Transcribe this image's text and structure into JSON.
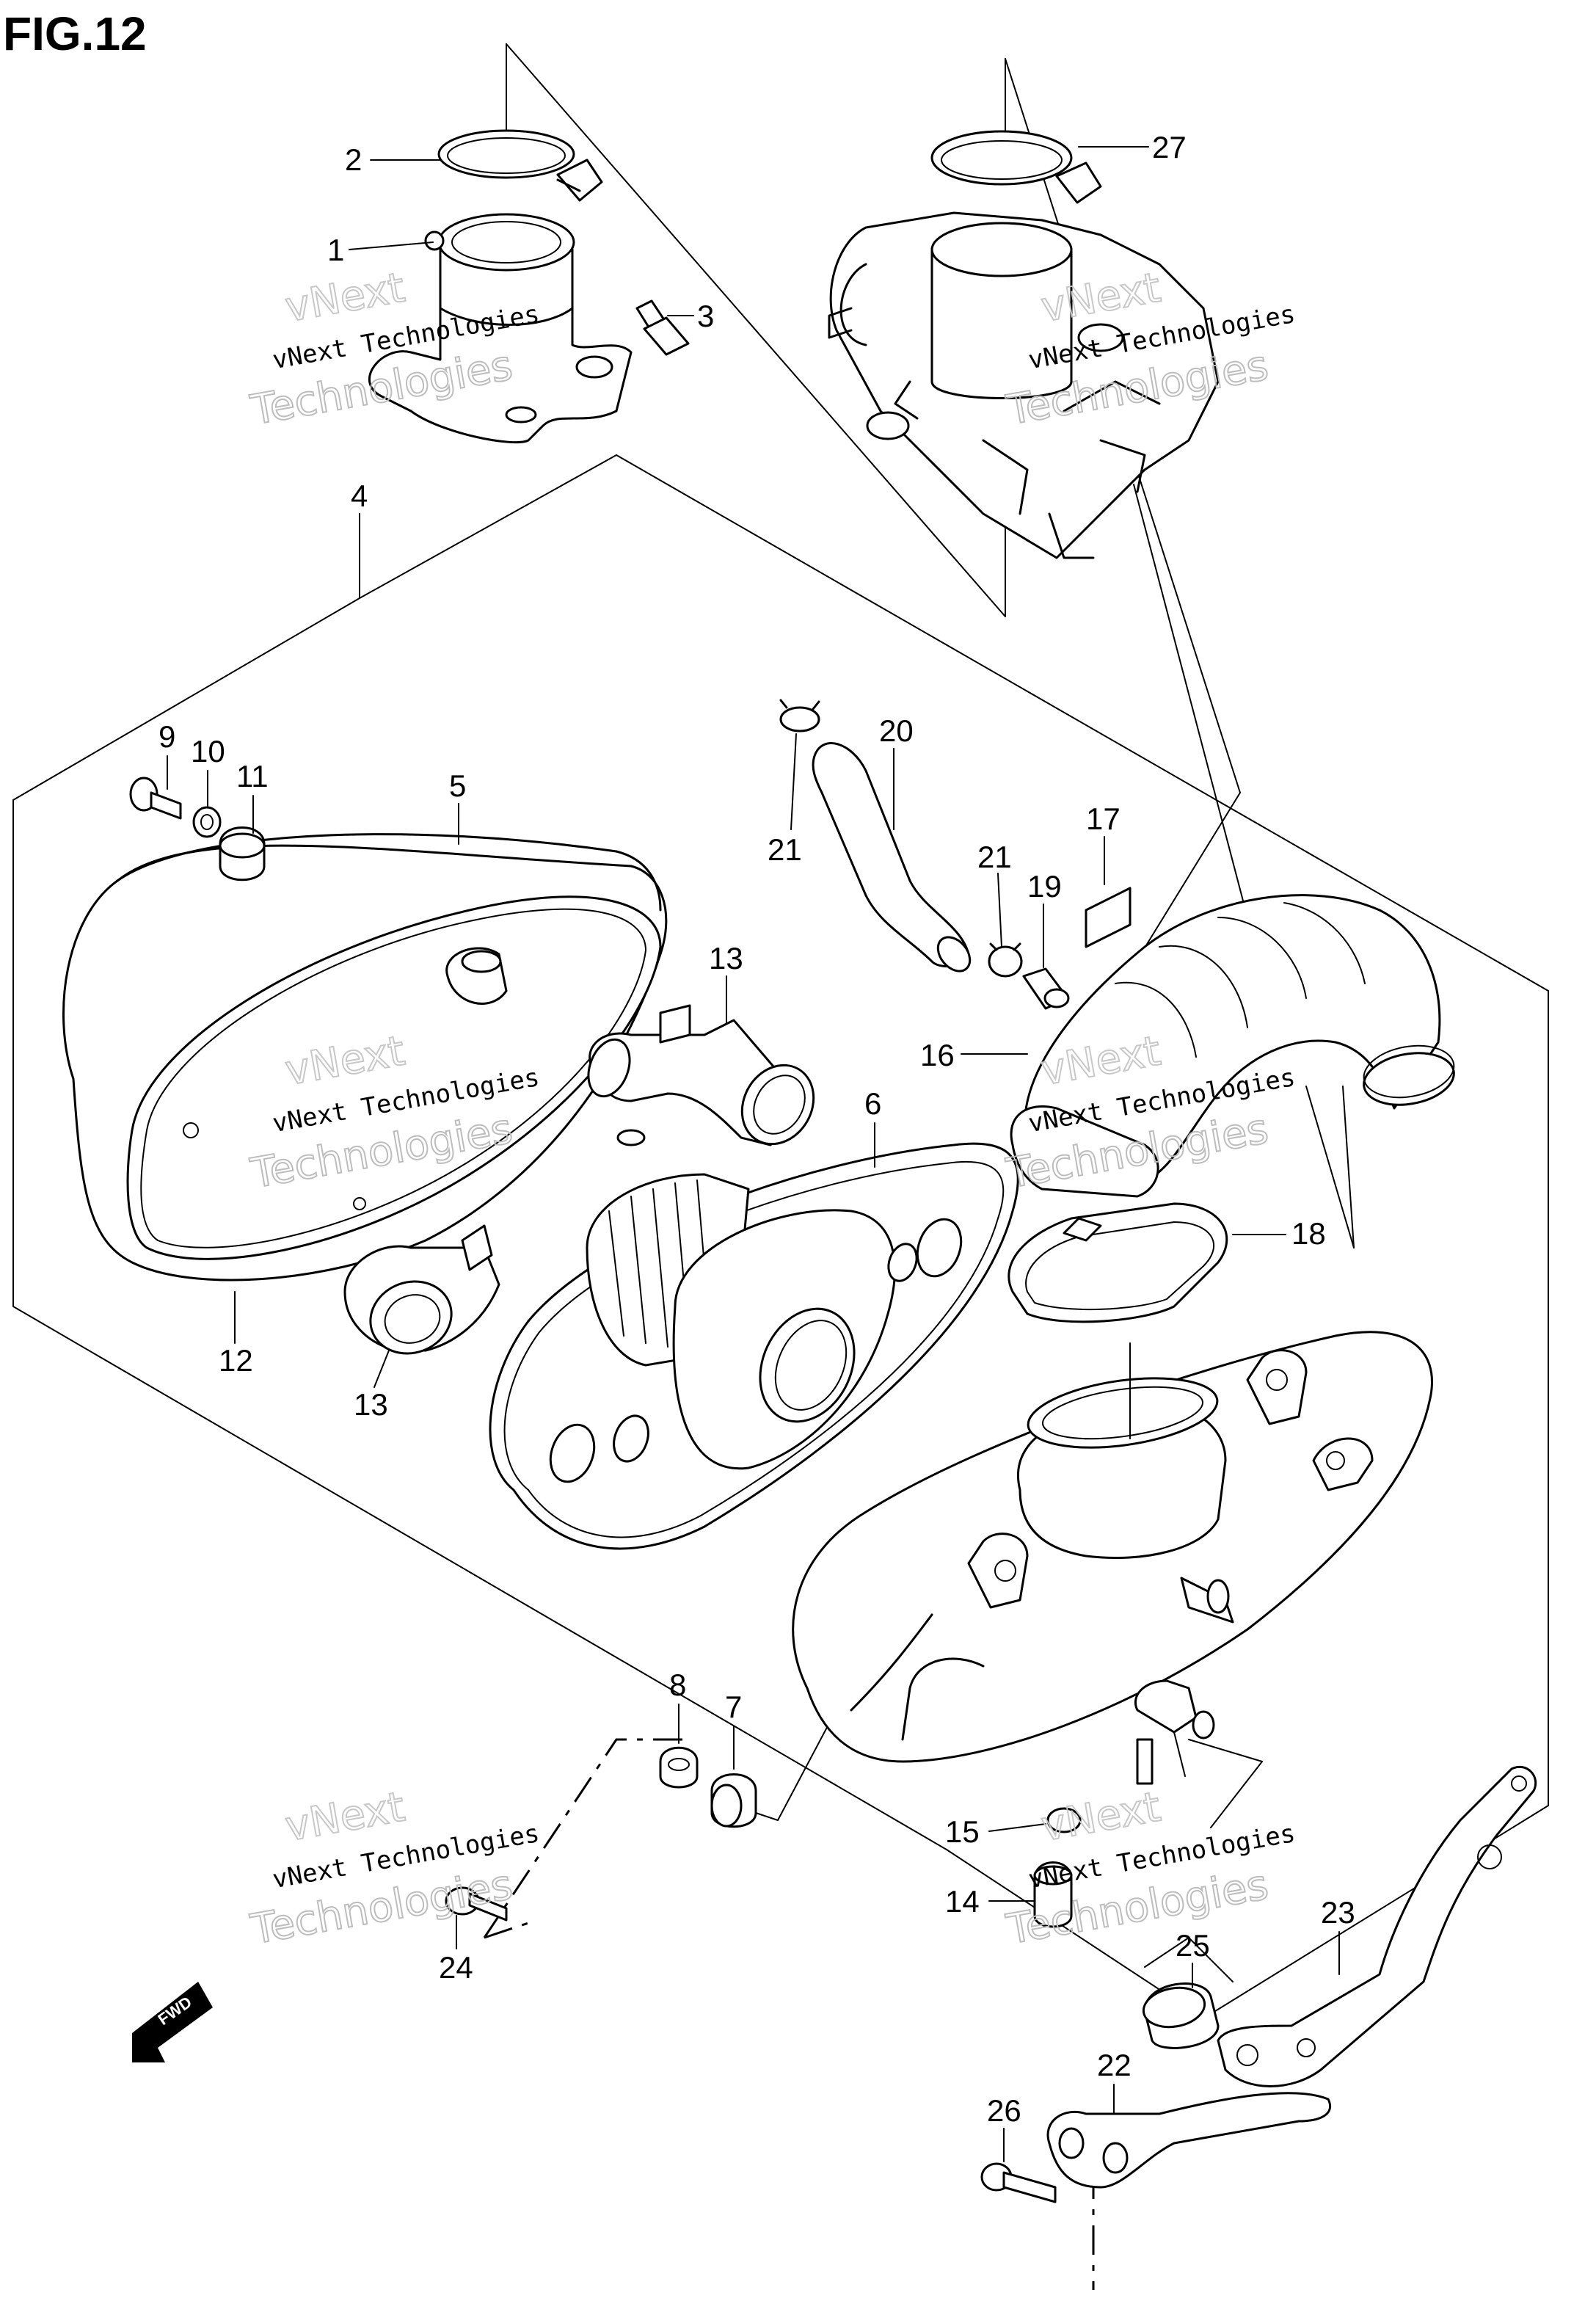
{
  "figure": {
    "title": "FIG.12"
  },
  "labels": {
    "p1": "1",
    "p2": "2",
    "p3": "3",
    "p4": "4",
    "p5": "5",
    "p6": "6",
    "p7": "7",
    "p8": "8",
    "p9": "9",
    "p10": "10",
    "p11": "11",
    "p12": "12",
    "p13a": "13",
    "p13b": "13",
    "p14": "14",
    "p15": "15",
    "p16": "16",
    "p17": "17",
    "p18": "18",
    "p19": "19",
    "p20": "20",
    "p21a": "21",
    "p21b": "21",
    "p22": "22",
    "p23": "23",
    "p24": "24",
    "p25": "25",
    "p26": "26",
    "p27": "27"
  },
  "watermark": {
    "line1": "vNext",
    "line2": "vNext Technologies",
    "line3": "Technologies"
  },
  "fwd_badge": {
    "text": "FWD",
    "icon": "fwd-arrow-icon"
  }
}
